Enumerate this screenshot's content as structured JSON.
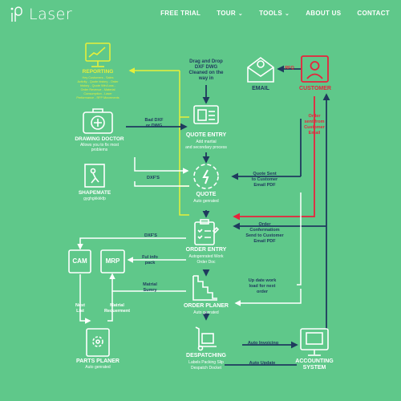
{
  "brand": {
    "name": "Laser"
  },
  "nav": {
    "items": [
      {
        "label": "FREE TRIAL",
        "dropdown": false
      },
      {
        "label": "TOUR",
        "dropdown": true
      },
      {
        "label": "TOOLS",
        "dropdown": true
      },
      {
        "label": "ABOUT US",
        "dropdown": false
      },
      {
        "label": "CONTACT",
        "dropdown": false
      }
    ]
  },
  "colors": {
    "background": "#5fc88a",
    "navy": "#1f3a5e",
    "white": "#ffffff",
    "yellow": "#e6ef3a",
    "red": "#e8233c"
  },
  "nodes": {
    "reporting": {
      "title": "REPORTING",
      "desc": [
        "Hey Customers - Sales",
        "Activity - Quote history - Order",
        "history - Quote Win/Loss -",
        "Order Revenue - Material",
        "Consumption - Laser",
        "Performance - RFP Movements"
      ]
    },
    "email": {
      "title": "EMAIL"
    },
    "customer": {
      "title": "CUSTOMER"
    },
    "drawing_doctor": {
      "title": "DRAWING DOCTOR",
      "desc": [
        "Allows you to fix most",
        "problems"
      ]
    },
    "quote_entry": {
      "title": "QUOTE ENTRY",
      "desc": [
        "Add martial",
        "and secondary process"
      ]
    },
    "shapemate": {
      "title": "SHAPEMATE",
      "desc": [
        "gyghgkkkkfp"
      ]
    },
    "quote": {
      "title": "QUOTE",
      "desc": [
        "Auto genrated"
      ]
    },
    "cam": {
      "title": "CAM"
    },
    "mrp": {
      "title": "MRP"
    },
    "order_entry": {
      "title": "ORDER ENTRY",
      "desc": [
        "Autogenrated Work",
        "Order Doc"
      ]
    },
    "order_planer": {
      "title": "ORDER PLANER",
      "desc": [
        "Auto genrated"
      ]
    },
    "parts_planer": {
      "title": "PARTS PLANER",
      "desc": [
        "Auto genrated"
      ]
    },
    "despatching": {
      "title": "DESPATCHING",
      "desc": [
        "Labels Packing Slip",
        "Despatch Docket"
      ]
    },
    "accounting": {
      "title": [
        "ACCOUNTING",
        "SYSTEM"
      ]
    }
  },
  "edge_labels": {
    "drag_drop": [
      "Drag and Drop",
      "DXF DWG",
      "Cleaned on the",
      "way in"
    ],
    "rfq": "RFQ",
    "bad_dxf": [
      "Bad DXF",
      "or DWG"
    ],
    "dxfs_1": "DXF'S",
    "quote_sent": [
      "Quote Sent",
      "to Customer",
      "Email PDF"
    ],
    "order_sent": [
      "Order",
      "sent from",
      "Customer",
      "Email"
    ],
    "dxfs_2": "DXF'S",
    "order_confirm": [
      "Order",
      "Confermatiom",
      "Send to Customer",
      "Email PDF"
    ],
    "ful_info": [
      "Ful info",
      "pack"
    ],
    "matrial_sumry": [
      "Matrial",
      "Sumry"
    ],
    "update_work": [
      "Up date work",
      "load for next",
      "order"
    ],
    "nest_list": [
      "Nest",
      "List"
    ],
    "matrial_req": [
      "Matrial",
      "Requerment"
    ],
    "auto_invoicing": "Auto Invoicing",
    "auto_update": "Auto Update"
  }
}
